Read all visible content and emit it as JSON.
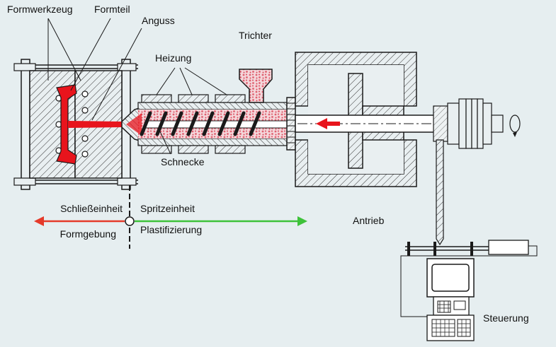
{
  "labels": {
    "formwerkzeug": "Formwerkzeug",
    "formteil": "Formteil",
    "anguss": "Anguss",
    "trichter": "Trichter",
    "heizung": "Heizung",
    "schnecke": "Schnecke",
    "schliesseinheit": "Schließeinheit",
    "spritzeinheit": "Spritzeinheit",
    "formgebung": "Formgebung",
    "plastifizierung": "Plastifizierung",
    "antrieb": "Antrieb",
    "steuerung": "Steuerung"
  },
  "colors": {
    "background": "#e6eef0",
    "melt_red": "#e8141c",
    "arrow_red": "#e53a2a",
    "arrow_green": "#3ec23a",
    "pellet": "#e06070",
    "outline": "#1a1a1a"
  },
  "icons": [
    "rotation-arrow-icon",
    "computer-terminal-icon"
  ]
}
